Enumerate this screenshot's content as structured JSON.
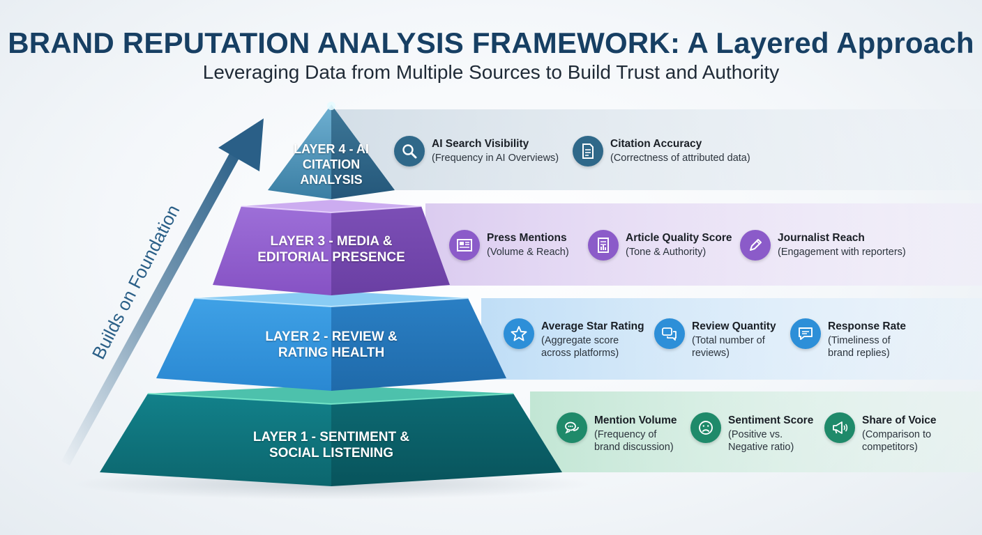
{
  "title": "BRAND REPUTATION ANALYSIS FRAMEWORK: A Layered Approach",
  "subtitle": "Leveraging Data from Multiple Sources to Build Trust and Authority",
  "arrow_label": "Builds on Foundation",
  "colors": {
    "title": "#173f63",
    "layer1": "#0e6b72",
    "layer2": "#2d8fd8",
    "layer3": "#8b5bc9",
    "layer4": "#2f6889",
    "arrow": "#2a5f87"
  },
  "layers": [
    {
      "label": "LAYER 4 - AI CITATION ANALYSIS",
      "metrics": [
        {
          "title": "AI Search Visibility",
          "desc": "(Frequency in AI Overviews)",
          "icon": "magnifier-icon"
        },
        {
          "title": "Citation Accuracy",
          "desc": "(Correctness of attributed data)",
          "icon": "document-icon"
        }
      ]
    },
    {
      "label": "LAYER 3 - MEDIA & EDITORIAL PRESENCE",
      "metrics": [
        {
          "title": "Press Mentions",
          "desc": "(Volume & Reach)",
          "icon": "newspaper-icon"
        },
        {
          "title": "Article Quality Score",
          "desc": "(Tone & Authority)",
          "icon": "article-icon"
        },
        {
          "title": "Journalist Reach",
          "desc": "(Engagement with reporters)",
          "icon": "pen-icon"
        }
      ]
    },
    {
      "label": "LAYER 2 - REVIEW & RATING HEALTH",
      "metrics": [
        {
          "title": "Average Star Rating",
          "desc": "(Aggregate score across platforms)",
          "icon": "star-icon"
        },
        {
          "title": "Review Quantity",
          "desc": "(Total number of reviews)",
          "icon": "chat-bubbles-icon"
        },
        {
          "title": "Response Rate",
          "desc": "(Timeliness of brand replies)",
          "icon": "reply-bubble-icon"
        }
      ]
    },
    {
      "label": "LAYER 1 - SENTIMENT & SOCIAL LISTENING",
      "metrics": [
        {
          "title": "Mention Volume",
          "desc": "(Frequency of brand discussion)",
          "icon": "speech-bubbles-icon"
        },
        {
          "title": "Sentiment Score",
          "desc": "(Positive vs. Negative ratio)",
          "icon": "sad-face-icon"
        },
        {
          "title": "Share of Voice",
          "desc": "(Comparison to competitors)",
          "icon": "megaphone-icon"
        }
      ]
    }
  ]
}
